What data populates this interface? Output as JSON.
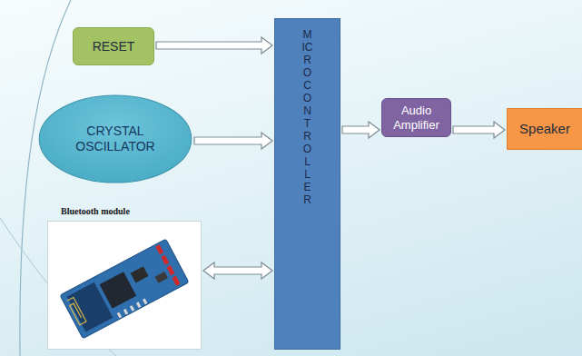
{
  "diagram": {
    "nodes": [
      {
        "text": [
          "RESET"
        ]
      },
      {
        "text": [
          "CRYSTAL OSCILLATOR"
        ]
      },
      {
        "text": [
          "Bluetooth module"
        ]
      },
      {
        "text": [
          "MICRO CONTROLLER"
        ]
      },
      {
        "text": [
          "Audio Amplifier"
        ]
      },
      {
        "text": [
          "Speaker"
        ]
      }
    ],
    "edges": [
      {
        "from": 0,
        "to": 3,
        "arrow": "to"
      },
      {
        "from": 1,
        "to": 3,
        "arrow": "to"
      },
      {
        "from": 2,
        "to": 3,
        "arrow": "both"
      },
      {
        "from": 3,
        "to": 4,
        "arrow": "to"
      },
      {
        "from": 4,
        "to": 5,
        "arrow": "to"
      }
    ]
  }
}
